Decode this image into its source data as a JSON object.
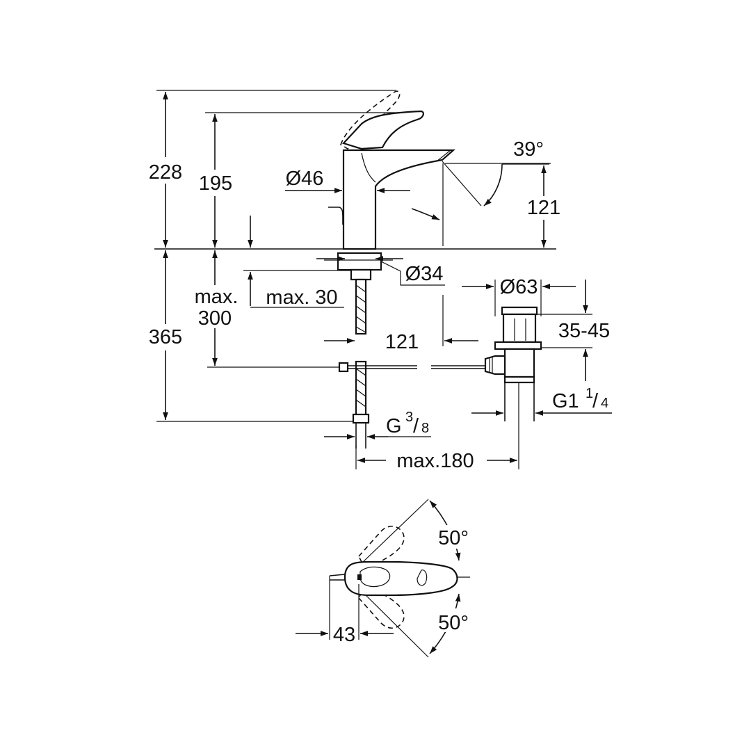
{
  "dimensions": {
    "height_total": "228",
    "height_lever": "195",
    "diameter_body": "Ø46",
    "spout_angle": "39°",
    "spout_height": "121",
    "diameter_hole": "Ø34",
    "max_label": "max.",
    "max_value": "300",
    "max_30": "max. 30",
    "below_deck": "365",
    "spout_reach": "121",
    "diameter_waste": "Ø63",
    "waste_range": "35-45",
    "waste_thread_main": "G1",
    "waste_thread_num": "1",
    "waste_thread_den": "4",
    "supply_thread_main": "G",
    "supply_thread_num": "3",
    "supply_thread_den": "8",
    "max_180": "max.180",
    "rotation_top": "50°",
    "rotation_bottom": "50°",
    "lever_offset": "43"
  }
}
